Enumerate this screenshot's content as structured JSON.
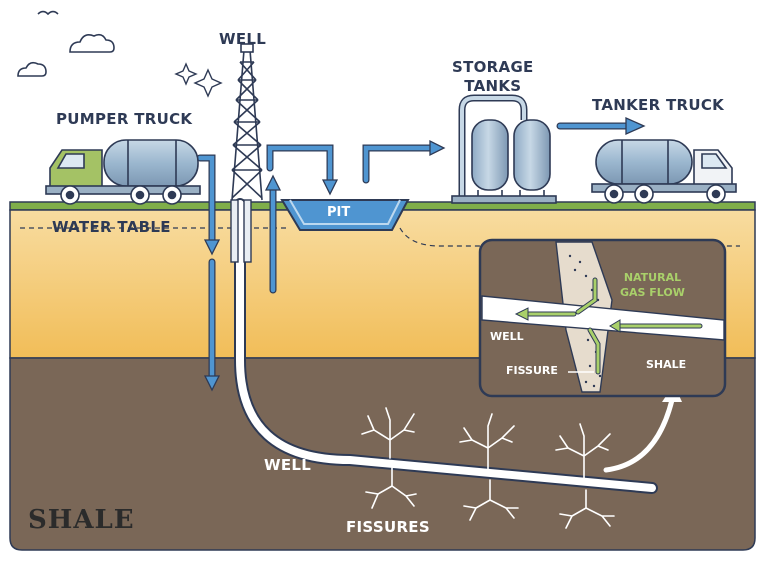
{
  "labels": {
    "well_top": "WELL",
    "pumper_truck": "PUMPER TRUCK",
    "storage_tanks": [
      "STORAGE",
      "TANKS"
    ],
    "tanker_truck": "TANKER TRUCK",
    "water_table": "WATER TABLE",
    "pit": "PIT",
    "shale_big": "SHALE",
    "well_bottom": "WELL",
    "fissures": "FISSURES"
  },
  "inset": {
    "natural_gas_flow": [
      "NATURAL",
      "GAS FLOW"
    ],
    "well": "WELL",
    "fissure": "FISSURE",
    "shale": "SHALE"
  },
  "colors": {
    "sky": "#ffffff",
    "grass": "#7fae4a",
    "water_zone": "#f3c46a",
    "water_zone_light": "#f8dca0",
    "shale": "#7a6757",
    "pipe_blue": "#4f95d1",
    "truck_green": "#a4c265",
    "tank_blue": "#9bb7cf",
    "outline": "#2e3a55"
  }
}
